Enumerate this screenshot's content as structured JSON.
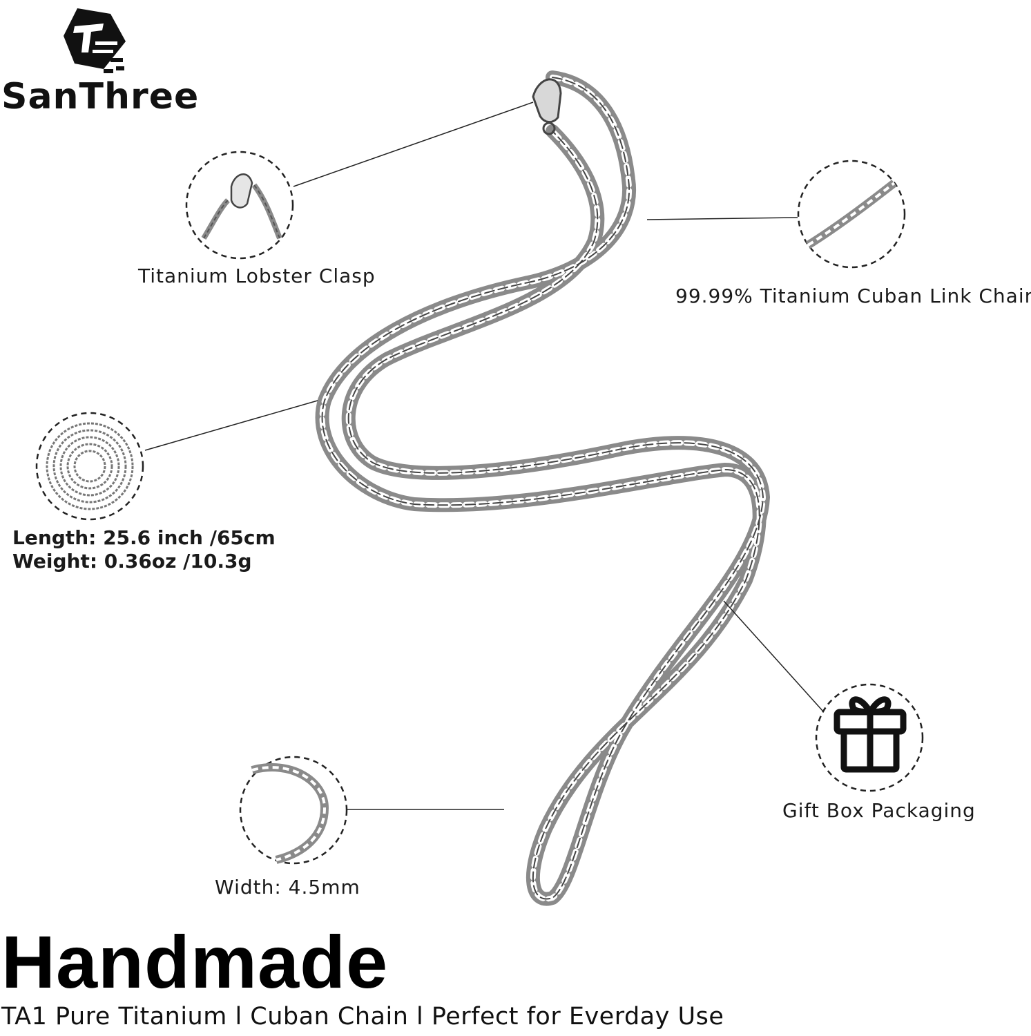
{
  "brand": {
    "logo_icon": "santhree-logo-icon",
    "name": "SanThree"
  },
  "callouts": {
    "clasp": "Titanium Lobster Clasp",
    "chain": "99.99% Titanium Cuban Link Chain",
    "length": "Length: 25.6 inch /65cm",
    "weight": "Weight: 0.36oz /10.3g",
    "gift": "Gift Box Packaging",
    "width": "Width: 4.5mm"
  },
  "icons": {
    "gift": "gift-box-icon"
  },
  "headline": "Handmade",
  "tagline": "TA1 Pure Titanium l Cuban Chain l Perfect for Everday Use",
  "colors": {
    "text": "#111111",
    "chain": "#6e6e6e",
    "background": "#ffffff"
  }
}
